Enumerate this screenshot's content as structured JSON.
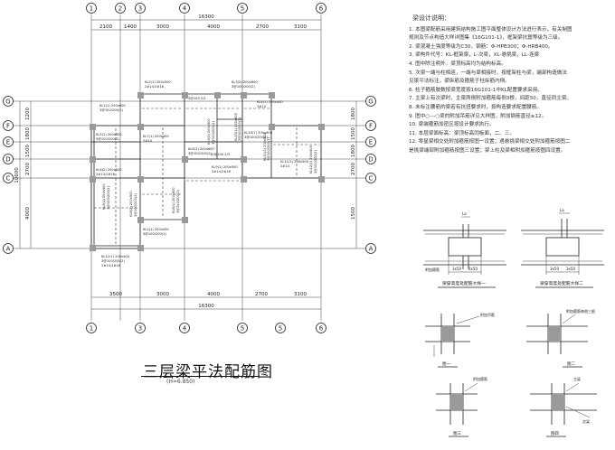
{
  "drawing": {
    "title": "三层梁平法配筋图",
    "subtitle": "(H=6.850)",
    "total_width": "16300",
    "top_dims": [
      "2100",
      "1400",
      "3000",
      "4000",
      "2700",
      "3100"
    ],
    "bottom_dims": [
      "3500",
      "3000",
      "4000",
      "2700",
      "3100"
    ],
    "column_axes": [
      "1",
      "2",
      "3",
      "4",
      "5",
      "6"
    ],
    "row_axes": [
      "G",
      "F",
      "E",
      "D",
      "C",
      "A"
    ],
    "left_dims": [
      "1200",
      "1800",
      "1500",
      "2700",
      "4000"
    ],
    "left_total": "10600",
    "right_dims": [
      "1800",
      "1500",
      "1800",
      "2700",
      "1500"
    ],
    "beam_labels": [
      "KL1(1) 200x600",
      "KL2(1) 200x500",
      "KL3(2) 200x600",
      "KL4(1) 200x400",
      "KL5(1) 200x500",
      "KL6(2) 200x500",
      "KL7(1) 200x400",
      "KL8(1) 200x600",
      "KL9(1) 200x500",
      "KL10(1) 200x600",
      "KL11(2) 200x500",
      "KL12(1) 200x400",
      "3@100/200(2)",
      "2#14;2#16",
      "5@100 2/2",
      "2#14",
      "10@100 2/3"
    ]
  },
  "notes": {
    "heading": "梁设计说明：",
    "items": [
      "1.  本图梁配筋采用建筑结构施工图平面整体设计方法进行表示，有关制图",
      "     规则及节点构造大样详图集《16G101-1》，框架梁抗震等级为三级。",
      "2.  梁混凝土强度等级为C30，钢筋：Φ-HPB300；Φ-HRB400。",
      "3.  梁构件代号：KL-框架梁，L-次梁，XL-悬挑梁，LL-连梁",
      "4.  图中除注明外，梁顶标高均为结构标高。",
      "5.  次梁一端与柱相连，一端与梁相接时，按框架柱与梁，端部构造做法",
      "     见梁平法标注，梁纵筋及箍筋于柱纵筋内侧。",
      "6.  柱子箍筋肢数按梁宽度按16G101-1中KL配置要求采用。",
      "7.  主梁上有次梁时，主梁两侧附加箍筋每侧3根，间距50，直径同主梁。",
      "8.  未标注腰筋的梁若有抗扭要求时，按构造要求配置腰筋。",
      "9.  图中○---○梁的附加吊筋详见大样图，附加钢筋直径≥12。",
      "10. 梁端箍筋加密区按设计要求执行。",
      "11. 本层梁面标高：梁顶标高同板面，二、三。",
      "12. 零星梁相交处附加箍筋按图一设置；遇悬挑梁相交处附加箍筋按图二",
      "     是挑梁端部附加箍筋按图三设置；梁上柱及梁相附加箍筋按图四设置。"
    ]
  },
  "details": {
    "detail1_caption": "梁穿高度处配筋大样一",
    "detail2_caption": "梁穿高度处配筋大样二",
    "dim_labels": [
      "La",
      "3x50",
      "3x50",
      "3x50",
      "3x50",
      "附加箍筋"
    ],
    "fig_captions": [
      "图一",
      "图二",
      "图三",
      "图四"
    ],
    "callouts": [
      "附加吊筋",
      "附加箍筋每侧三根",
      "附加箍筋",
      "主梁",
      "次梁"
    ]
  }
}
